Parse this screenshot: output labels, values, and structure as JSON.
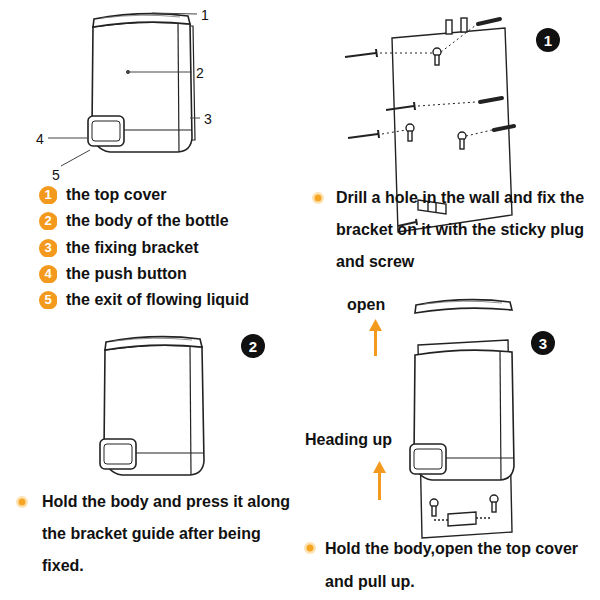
{
  "diagram": {
    "nodes": [
      {
        "text": [
          "1"
        ]
      },
      {
        "text": [
          "2"
        ]
      },
      {
        "text": [
          "3"
        ]
      },
      {
        "text": [
          "4"
        ]
      },
      {
        "text": [
          "5"
        ]
      },
      {
        "text": [
          "1"
        ]
      },
      {
        "text": [
          "2"
        ]
      },
      {
        "text": [
          "3"
        ]
      }
    ],
    "labels": [
      "1",
      "2",
      "3",
      "4",
      "5",
      "the top cover",
      "the body of the bottle",
      "the fixing bracket",
      "the push button",
      "the exit of flowing liquid",
      "Drill a hole in the wall and fix the bracket on it with the sticky plug and screw",
      "open",
      "Hold the body and press it along the bracket guide after being fixed.",
      "Heading up",
      "Hold the body,open the top cover and pull up."
    ]
  }
}
